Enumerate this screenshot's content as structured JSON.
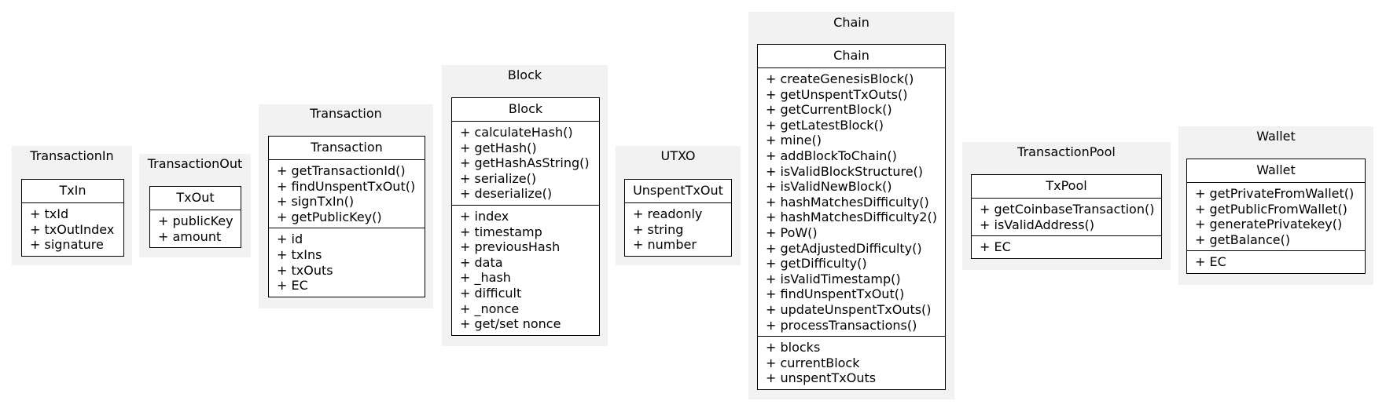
{
  "packages": {
    "transaction_in": {
      "title": "TransactionIn",
      "class_name": "TxIn",
      "methods": [],
      "attributes": [
        "+ txId",
        "+ txOutIndex",
        "+ signature"
      ]
    },
    "transaction_out": {
      "title": "TransactionOut",
      "class_name": "TxOut",
      "methods": [],
      "attributes": [
        "+ publicKey",
        "+ amount"
      ]
    },
    "transaction": {
      "title": "Transaction",
      "class_name": "Transaction",
      "methods": [
        "+ getTransactionId()",
        "+ findUnspentTxOut()",
        "+ signTxIn()",
        "+ getPublicKey()"
      ],
      "attributes": [
        "+ id",
        "+ txIns",
        "+ txOuts",
        "+ EC"
      ]
    },
    "block": {
      "title": "Block",
      "class_name": "Block",
      "methods": [
        "+ calculateHash()",
        "+ getHash()",
        "+ getHashAsString()",
        "+ serialize()",
        "+ deserialize()"
      ],
      "attributes": [
        "+ index",
        "+ timestamp",
        "+ previousHash",
        "+ data",
        "+ _hash",
        "+ difficult",
        "+ _nonce",
        "+ get/set nonce"
      ]
    },
    "utxo": {
      "title": "UTXO",
      "class_name": "UnspentTxOut",
      "methods": [],
      "attributes": [
        "+ readonly",
        "+ string",
        "+ number"
      ]
    },
    "chain": {
      "title": "Chain",
      "class_name": "Chain",
      "methods": [
        "+ createGenesisBlock()",
        "+ getUnspentTxOuts()",
        "+ getCurrentBlock()",
        "+ getLatestBlock()",
        "+ mine()",
        "+ addBlockToChain()",
        "+ isValidBlockStructure()",
        "+ isValidNewBlock()",
        "+ hashMatchesDifficulty()",
        "+ hashMatchesDifficulty2()",
        "+ PoW()",
        "+ getAdjustedDifficulty()",
        "+ getDifficulty()",
        "+ isValidTimestamp()",
        "+ findUnspentTxOut()",
        "+ updateUnspentTxOuts()",
        "+ processTransactions()"
      ],
      "attributes": [
        "+ blocks",
        "+ currentBlock",
        "+ unspentTxOuts"
      ]
    },
    "transaction_pool": {
      "title": "TransactionPool",
      "class_name": "TxPool",
      "methods": [
        "+ getCoinbaseTransaction()",
        "+ isValidAddress()"
      ],
      "attributes": [
        "+ EC"
      ]
    },
    "wallet": {
      "title": "Wallet",
      "class_name": "Wallet",
      "methods": [
        "+ getPrivateFromWallet()",
        "+ getPublicFromWallet()",
        "+ generatePrivatekey()",
        "+ getBalance()"
      ],
      "attributes": [
        "+ EC"
      ]
    }
  }
}
